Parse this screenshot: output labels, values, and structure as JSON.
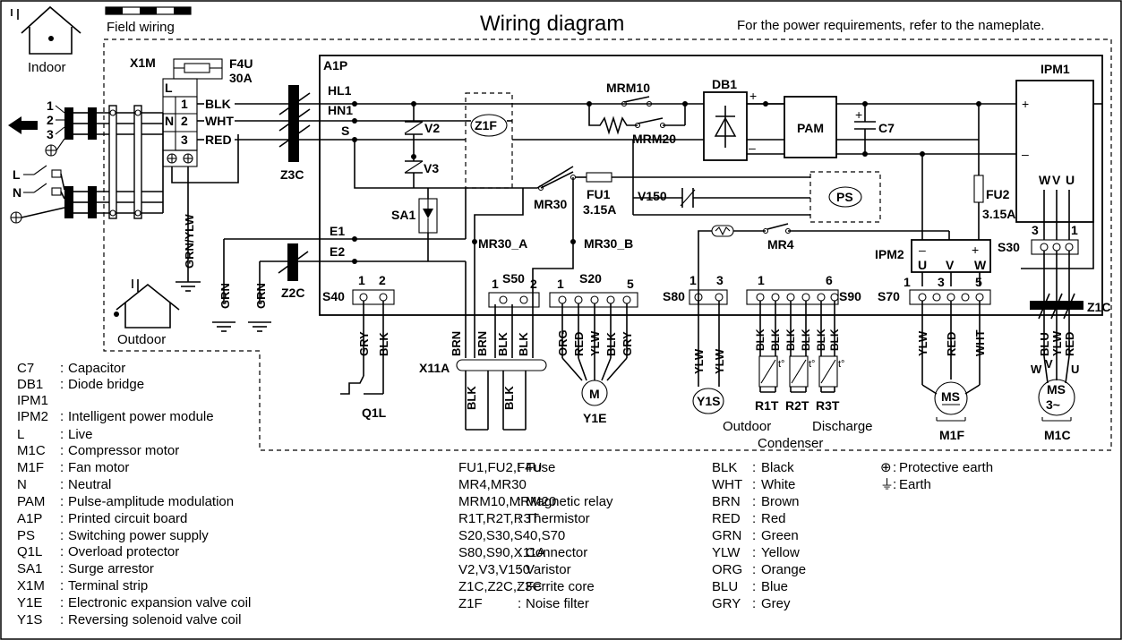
{
  "header": {
    "field_wiring": "Field wiring",
    "title": "Wiring diagram",
    "note": "For the power requirements, refer to the nameplate."
  },
  "locations": {
    "indoor": "Indoor",
    "outdoor": "Outdoor"
  },
  "terminal": {
    "name": "X1M",
    "rows": [
      {
        "left": "L",
        "num": "1",
        "wire": "BLK"
      },
      {
        "left": "N",
        "num": "2",
        "wire": "WHT"
      },
      {
        "left": "",
        "num": "3",
        "wire": "RED"
      }
    ],
    "fuse": "F4U",
    "fuse_rating": "30A",
    "interconnect": [
      "1",
      "2",
      "3"
    ],
    "supply": [
      "L",
      "N"
    ]
  },
  "cores": {
    "z3c": "Z3C",
    "z2c": "Z2C",
    "z1c": "Z1C"
  },
  "pcb": {
    "name": "A1P",
    "inputs": [
      "HL1",
      "HN1",
      "S",
      "E1",
      "E2"
    ],
    "v2": "V2",
    "v3": "V3",
    "sa1": "SA1",
    "z1f": "Z1F",
    "mrm10": "MRM10",
    "mrm20": "MRM20",
    "db1": "DB1",
    "pam": "PAM",
    "c7": "C7",
    "ipm1": "IPM1",
    "mr30": "MR30",
    "mr30_a": "MR30_A",
    "mr30_b": "MR30_B",
    "fu1": "FU1",
    "fu1_rating": "3.15A",
    "v150": "V150",
    "ps": "PS",
    "fu2": "FU2",
    "fu2_rating": "3.15A",
    "mr4": "MR4",
    "ipm2": "IPM2",
    "ipm2_pins": [
      "U",
      "V",
      "W"
    ],
    "ipm1_pins": [
      "W",
      "V",
      "U"
    ],
    "plus": "+",
    "minus": "–"
  },
  "connectors": {
    "s40": {
      "name": "S40",
      "pins": [
        "1",
        "2"
      ]
    },
    "s50": {
      "name": "S50",
      "pins": [
        "1",
        "2"
      ]
    },
    "s20": {
      "name": "S20",
      "pins": [
        "1",
        "5"
      ]
    },
    "s80": {
      "name": "S80",
      "pins": [
        "1",
        "3"
      ]
    },
    "s90": {
      "name": "S90",
      "pins": [
        "1",
        "6"
      ]
    },
    "s70": {
      "name": "S70",
      "pins": [
        "1",
        "3",
        "5"
      ]
    },
    "s30": {
      "name": "S30",
      "pins": [
        "3",
        "1"
      ]
    },
    "x11a": "X11A"
  },
  "wires": {
    "grn_ylw": "GRN/YLW",
    "grn": "GRN",
    "s40": [
      "GRY",
      "BLK"
    ],
    "x11a_top": [
      "BRN",
      "BRN",
      "BLK",
      "BLK"
    ],
    "x11a_bottom": [
      "BLK",
      "BLK"
    ],
    "s20": [
      "ORG",
      "RED",
      "YLW",
      "BLK",
      "GRY"
    ],
    "s80": [
      "YLW",
      "YLW"
    ],
    "s90": [
      "BLK",
      "BLK",
      "BLK",
      "BLK",
      "BLK",
      "BLK"
    ],
    "s70": [
      "YLW",
      "RED",
      "WHT"
    ],
    "m1c": [
      "BLU",
      "YLW",
      "RED"
    ],
    "m1c_phases": [
      "W",
      "V",
      "U"
    ]
  },
  "components": {
    "q1l": "Q1L",
    "y1e": "Y1E",
    "y1s": "Y1S",
    "thermistors": [
      "R1T",
      "R2T",
      "R3T"
    ],
    "outdoor": "Outdoor",
    "discharge": "Discharge",
    "condenser": "Condenser",
    "m1f": "M1F",
    "m1c": "M1C",
    "motor_ms": "MS",
    "motor_3": "3~",
    "motor_m": "M",
    "t_sym": "t°"
  },
  "legend_col1": [
    {
      "code": "C7",
      "desc": "Capacitor"
    },
    {
      "code": "DB1",
      "desc": "Diode bridge"
    },
    {
      "code": "IPM1",
      "desc": ""
    },
    {
      "code": "IPM2",
      "desc": "Intelligent power module"
    },
    {
      "code": "L",
      "desc": "Live"
    },
    {
      "code": "M1C",
      "desc": "Compressor motor"
    },
    {
      "code": "M1F",
      "desc": "Fan motor"
    },
    {
      "code": "N",
      "desc": "Neutral"
    },
    {
      "code": "PAM",
      "desc": "Pulse-amplitude modulation"
    },
    {
      "code": "A1P",
      "desc": "Printed circuit board"
    },
    {
      "code": "PS",
      "desc": "Switching power supply"
    },
    {
      "code": "Q1L",
      "desc": "Overload protector"
    },
    {
      "code": "SA1",
      "desc": "Surge arrestor"
    },
    {
      "code": "X1M",
      "desc": "Terminal strip"
    },
    {
      "code": "Y1E",
      "desc": "Electronic expansion valve coil"
    },
    {
      "code": "Y1S",
      "desc": "Reversing solenoid valve coil"
    }
  ],
  "legend_col2": [
    {
      "code": "FU1,FU2,F4U",
      "desc": "Fuse"
    },
    {
      "code": "MR4,MR30",
      "desc": ""
    },
    {
      "code": "MRM10,MRM20",
      "desc": "Magnetic relay"
    },
    {
      "code": "R1T,R2T,R3T",
      "desc": "Thermistor"
    },
    {
      "code": "S20,S30,S40,S70",
      "desc": ""
    },
    {
      "code": "S80,S90,X11A",
      "desc": "Connector"
    },
    {
      "code": "V2,V3,V150",
      "desc": "Varistor"
    },
    {
      "code": "Z1C,Z2C,Z3C",
      "desc": "Ferrite core"
    },
    {
      "code": "Z1F",
      "desc": "Noise filter"
    }
  ],
  "legend_col3": [
    {
      "code": "BLK",
      "desc": "Black"
    },
    {
      "code": "WHT",
      "desc": "White"
    },
    {
      "code": "BRN",
      "desc": "Brown"
    },
    {
      "code": "RED",
      "desc": "Red"
    },
    {
      "code": "GRN",
      "desc": "Green"
    },
    {
      "code": "YLW",
      "desc": "Yellow"
    },
    {
      "code": "ORG",
      "desc": "Orange"
    },
    {
      "code": "BLU",
      "desc": "Blue"
    },
    {
      "code": "GRY",
      "desc": "Grey"
    }
  ],
  "legend_col4": [
    {
      "code": "⊕",
      "desc": "Protective earth"
    },
    {
      "code": "⏚",
      "desc": "Earth"
    }
  ],
  "legend_sep": ":"
}
